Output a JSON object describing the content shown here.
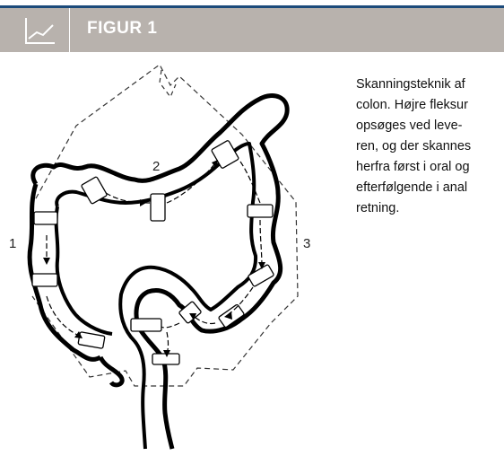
{
  "header": {
    "figure_label": "FIGUR 1",
    "icon": "line-chart-icon",
    "band_color": "#b8b2ad",
    "rule_color": "#1b4a7a"
  },
  "diagram": {
    "section_labels": [
      "1",
      "2",
      "3"
    ]
  },
  "caption": {
    "lines": [
      "Skanningsteknik af",
      "colon. Højre fleksur",
      "opsøges ved leve-",
      "ren, og der skannes",
      "herfra først i oral og",
      "efterfølgende i anal",
      "retning."
    ]
  }
}
